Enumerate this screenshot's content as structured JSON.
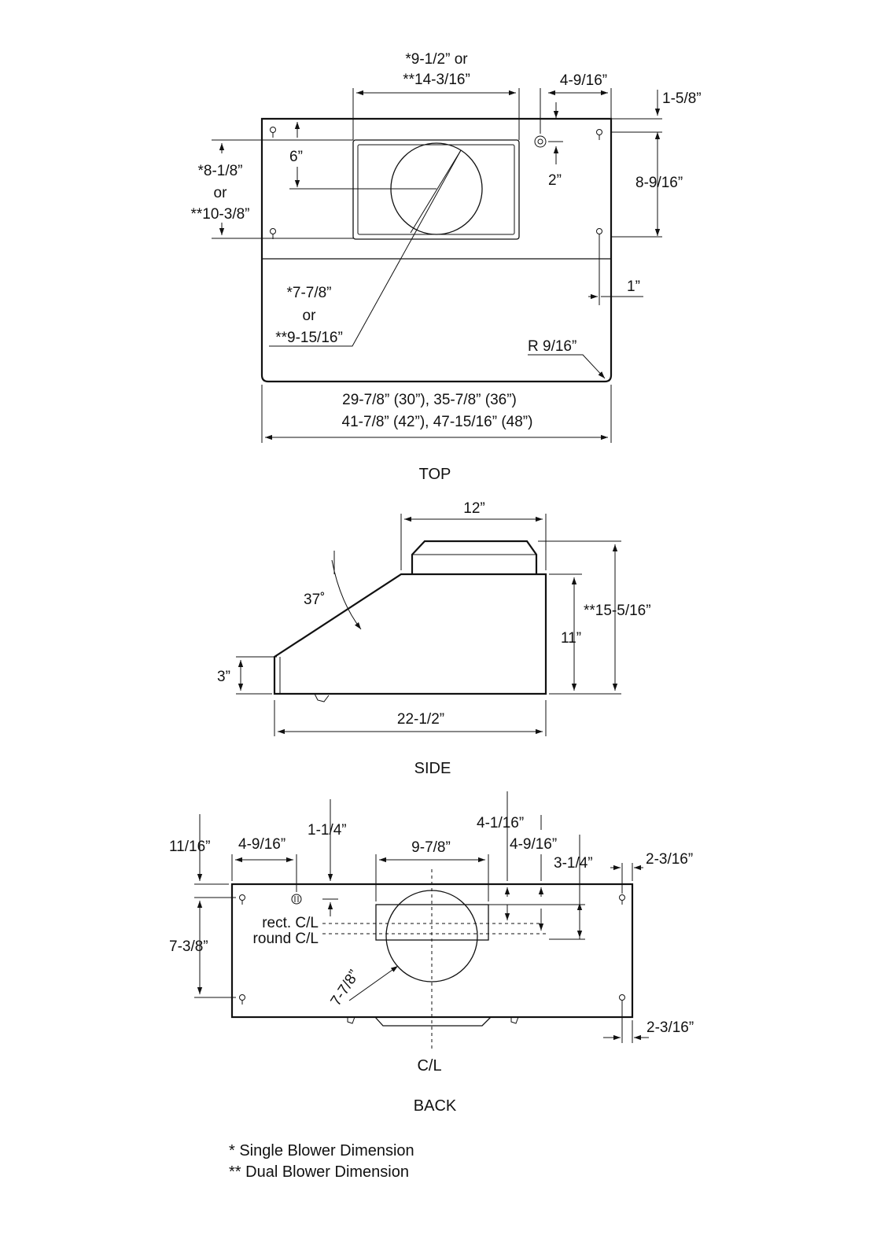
{
  "top_view": {
    "title": "TOP",
    "dim_opening_width_l1": "*9-1/2” or",
    "dim_opening_width_l2": "**14-3/16”",
    "dim_offset_right": "4-9/16”",
    "dim_top_gap": "1-5/8”",
    "dim_opening_depth_l1": "*8-1/8”",
    "dim_opening_depth_l2": "or",
    "dim_opening_depth_l3": "**10-3/8”",
    "dim_six": "6”",
    "dim_two": "2”",
    "dim_right_depth": "8-9/16”",
    "dim_one": "1”",
    "dim_round_l1": "*7-7/8”",
    "dim_round_l2": "or",
    "dim_round_l3": "**9-15/16”",
    "dim_radius": "R 9/16”",
    "dim_width_l1": "29-7/8”  (30”), 35-7/8”  (36”)",
    "dim_width_l2": "41-7/8”  (42”), 47-15/16” (48”)"
  },
  "side_view": {
    "title": "SIDE",
    "dim_blower_width": "12”",
    "dim_angle": "37˚",
    "dim_overall_height": "**15-5/16”",
    "dim_height": "11”",
    "dim_front": "3”",
    "dim_depth": "22-1/2”"
  },
  "back_view": {
    "title": "BACK",
    "dim_a": "11/16”",
    "dim_b": "4-9/16”",
    "dim_c": "1-1/4”",
    "dim_d": "9-7/8”",
    "dim_e": "4-1/16”",
    "dim_f": "4-9/16”",
    "dim_g": "3-1/4”",
    "dim_h": "2-3/16”",
    "dim_i": "7-3/8”",
    "dim_j": "2-3/16”",
    "dim_round": "7-7/8”",
    "label_rect_cl": "rect. C/L",
    "label_round_cl": "round  C/L",
    "label_cl": "C/L"
  },
  "footnotes": {
    "single": "* Single Blower Dimension",
    "dual": "** Dual Blower Dimension"
  }
}
